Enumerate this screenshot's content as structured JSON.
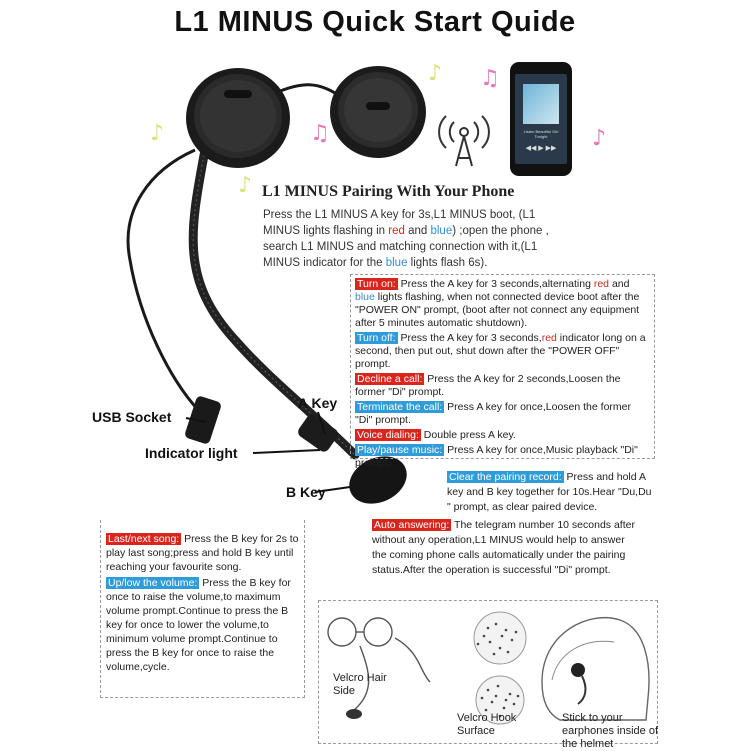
{
  "title": "L1  MINUS  Quick Start Quide",
  "pairing": {
    "heading": "L1 MINUS Pairing With Your Phone",
    "p1": "Press the L1 MINUS A key for 3s,L1 MINUS boot, (L1 MINUS lights flashing in ",
    "red": "red",
    "p2": " and ",
    "blue": "blue",
    "p3": ") ;open the phone , search L1 MINUS and matching connection with it,(L1 MINUS indicator for the ",
    "blue2": "blue",
    "p4": " lights flash 6s)."
  },
  "operations": [
    {
      "label": "Turn on:",
      "color": "red",
      "text_a": " Press the A key for 3 seconds,alternating ",
      "hl1": "red",
      "text_b": " and ",
      "hl2": "blue",
      "text_c": " lights flashing, when not connected device boot after the \"POWER ON\" prompt, (boot after not connect any equipment after 5 minutes automatic shutdown)."
    },
    {
      "label": "Turn off:",
      "color": "blue",
      "text_a": " Press the A key for 3 seconds,",
      "hl1": "red",
      "text_b": " indicator long on a second, then put out, shut down after the \"POWER OFF\" prompt.",
      "hl2": "",
      "text_c": ""
    },
    {
      "label": "Decline a call:",
      "color": "red",
      "text_a": " Press  the  A  key for 2 seconds,Loosen the former \"Di\" prompt.",
      "hl1": "",
      "text_b": "",
      "hl2": "",
      "text_c": ""
    },
    {
      "label": "Terminate the call:",
      "color": "blue",
      "text_a": " Press A key for once,Loosen the former \"Di\" prompt.",
      "hl1": "",
      "text_b": "",
      "hl2": "",
      "text_c": ""
    },
    {
      "label": "Voice  dialing:",
      "color": "red",
      "text_a": "  Double press A key.",
      "hl1": "",
      "text_b": "",
      "hl2": "",
      "text_c": ""
    },
    {
      "label": "Play/pause music:",
      "color": "blue",
      "text_a": " Press A key for once,Music playback \"Di\" prompt.",
      "hl1": "",
      "text_b": "",
      "hl2": "",
      "text_c": ""
    }
  ],
  "clear": {
    "label": "Clear the pairing record:",
    "text": " Press and hold A key and B key together for 10s.Hear \"Du,Du \" prompt, as clear paired device."
  },
  "auto": {
    "label": "Auto answering:",
    "text": " The telegram number 10 seconds after without any operation,L1 MINUS would help to answer the coming phone calls automatically under the pairing status.After the operation is successful \"Di\" prompt."
  },
  "bkey_ops": [
    {
      "label": "Last/next song:",
      "color": "red",
      "text": " Press the B key for 2s to play last song;press and hold B key until reaching your favourite song."
    },
    {
      "label": "Up/low the volume:",
      "color": "blue",
      "text": " Press the B key for once to raise the volume,to maximum volume prompt.Continue to press the B key for once to lower the volume,to minimum volume prompt.Continue to press the B key for once to raise the volume,cycle."
    }
  ],
  "callouts": {
    "usb": "USB Socket",
    "indicator": "Indicator light",
    "akey": "A Key",
    "bkey": "B Key"
  },
  "captions": {
    "velcro_hair": "Velcro Hair Side",
    "velcro_hook": "Velcro Hook Surface",
    "stick": "Stick to your earphones inside of the helmet"
  },
  "phone": {
    "song": "Listen Beautiful Girl Tonight"
  }
}
